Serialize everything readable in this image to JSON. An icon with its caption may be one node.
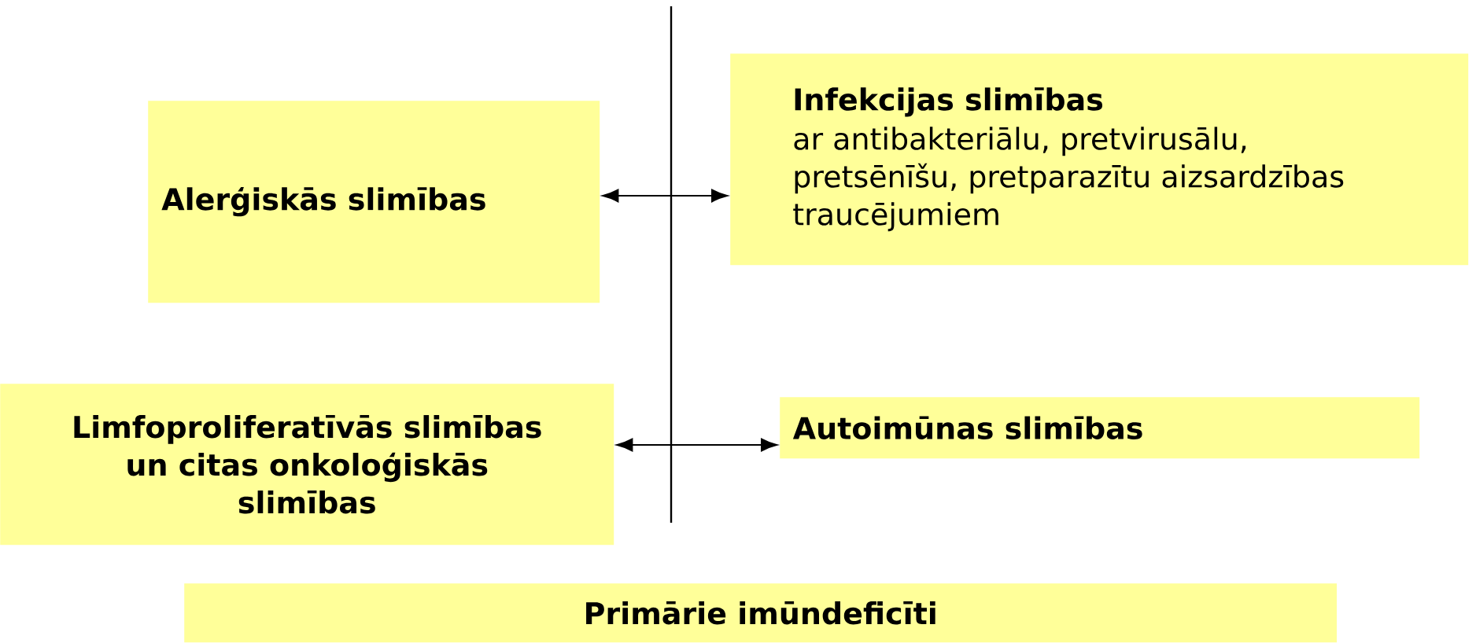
{
  "diagram": {
    "nodes": [
      {
        "text": [
          "Alerģiskās slimības"
        ]
      },
      {
        "text": [
          "Infekcijas slimības",
          "ar antibakteriālu, pretvirusālu, pretsēnīšu, pretparazītu aizsardzības traucējumiem"
        ]
      },
      {
        "text": [
          "Limfoproliferatīvās slimības un citas onkoloģiskās slimības"
        ]
      },
      {
        "text": [
          "Autoimūnas slimības"
        ]
      },
      {
        "text": [
          "Primārie imūndeficīti"
        ]
      }
    ],
    "edges": [
      {
        "from": 0,
        "to": 1,
        "arrow": "both"
      },
      {
        "from": 2,
        "to": 3,
        "arrow": "both"
      }
    ]
  }
}
